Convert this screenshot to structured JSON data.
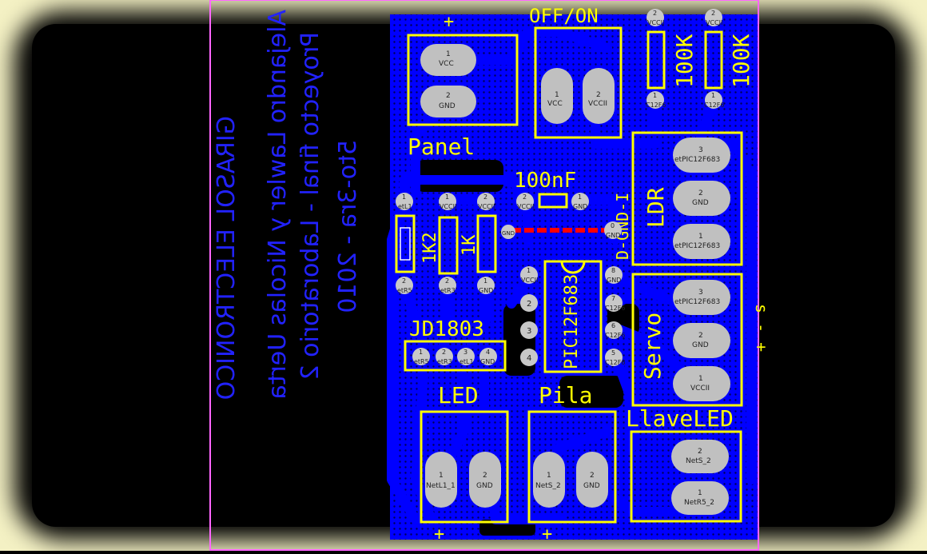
{
  "colors": {
    "board_bg": "#000000",
    "glow": "#f4f1c4",
    "copper": "#0000ff",
    "silkscreen": "#ffff00",
    "outline": "#ff66ff",
    "pad": "#c0c0c0",
    "ratsnest": "#ff0000",
    "bottom_text": "#2222ff"
  },
  "mirrored_text": {
    "line1": "Alejandro Lawler y Nicolas Uerta",
    "line2": "Proyecto final - Laboratorio 2",
    "line3": "5to-3ra  -  2010",
    "line4": "GIRASOL ELECTRONICO"
  },
  "components": {
    "panel": {
      "label": "Panel",
      "plus": "+",
      "pins": [
        {
          "num": "1",
          "net": "VCC"
        },
        {
          "num": "2",
          "net": "GND"
        }
      ]
    },
    "switch": {
      "label": "OFF/ON",
      "pins": [
        {
          "num": "1",
          "net": "VCC"
        },
        {
          "num": "2",
          "net": "VCCII"
        }
      ]
    },
    "r100k_a": {
      "label": "100K",
      "top_num": "2",
      "top_net": "VCCII",
      "bot_num": "1",
      "bot_net": "C12F6"
    },
    "r100k_b": {
      "label": "100K",
      "top_num": "2",
      "top_net": "VCCII",
      "bot_num": "1",
      "bot_net": "C12F6"
    },
    "ldr": {
      "label": "LDR",
      "side_label": "D-GND-I",
      "pins": [
        {
          "num": "3",
          "net": "etPIC12F683"
        },
        {
          "num": "2",
          "net": "GND"
        },
        {
          "num": "1",
          "net": "etPIC12F683"
        }
      ]
    },
    "servo": {
      "label": "Servo",
      "side_label": "s - +",
      "pins": [
        {
          "num": "3",
          "net": "etPIC12F683"
        },
        {
          "num": "2",
          "net": "GND"
        },
        {
          "num": "1",
          "net": "VCCII"
        }
      ]
    },
    "cap": {
      "label": "100nF",
      "left_num": "2",
      "left_net": "VCCII",
      "right_num": "1",
      "right_net": "GND"
    },
    "r1": {
      "top_num": "1",
      "top_net": "etL1",
      "bot_num": "2",
      "bot_net": "etR5"
    },
    "r1k2": {
      "label": "1K2",
      "top_num": "1",
      "top_net": "VCCII",
      "bot_num": "2",
      "bot_net": "etR3"
    },
    "r1k": {
      "label": "1K",
      "top_num": "2",
      "top_net": "VCCII",
      "bot_num": "1",
      "bot_net": "GND"
    },
    "ic": {
      "label": "PIC12F683",
      "left": [
        {
          "num": "1",
          "net": "VCCII"
        },
        {
          "num": "2",
          "net": ""
        },
        {
          "num": "3",
          "net": ""
        },
        {
          "num": "4",
          "net": ""
        }
      ],
      "right": [
        {
          "num": "8",
          "net": "GND"
        },
        {
          "num": "7",
          "net": "C12F6"
        },
        {
          "num": "6",
          "net": "C12F6"
        },
        {
          "num": "5",
          "net": "C12F6"
        }
      ]
    },
    "jd1803": {
      "label": "JD1803",
      "pins": [
        {
          "num": "1",
          "net": "etR5"
        },
        {
          "num": "2",
          "net": "etR3"
        },
        {
          "num": "3",
          "net": "etL1"
        },
        {
          "num": "4",
          "net": "GND"
        }
      ]
    },
    "led": {
      "label": "LED",
      "plus": "+",
      "pins": [
        {
          "num": "1",
          "net": "NetL1_1"
        },
        {
          "num": "2",
          "net": "GND"
        }
      ]
    },
    "pila": {
      "label": "Pila",
      "plus": "+",
      "pins": [
        {
          "num": "1",
          "net": "NetS_2"
        },
        {
          "num": "2",
          "net": "GND"
        }
      ]
    },
    "llave_led": {
      "label": "LlaveLED",
      "pins": [
        {
          "num": "2",
          "net": "NetS_2"
        },
        {
          "num": "1",
          "net": "NetR5_2"
        }
      ]
    },
    "misc_pads": [
      {
        "num": "1",
        "net": "GND"
      },
      {
        "num": "0",
        "net": "GND"
      }
    ]
  }
}
